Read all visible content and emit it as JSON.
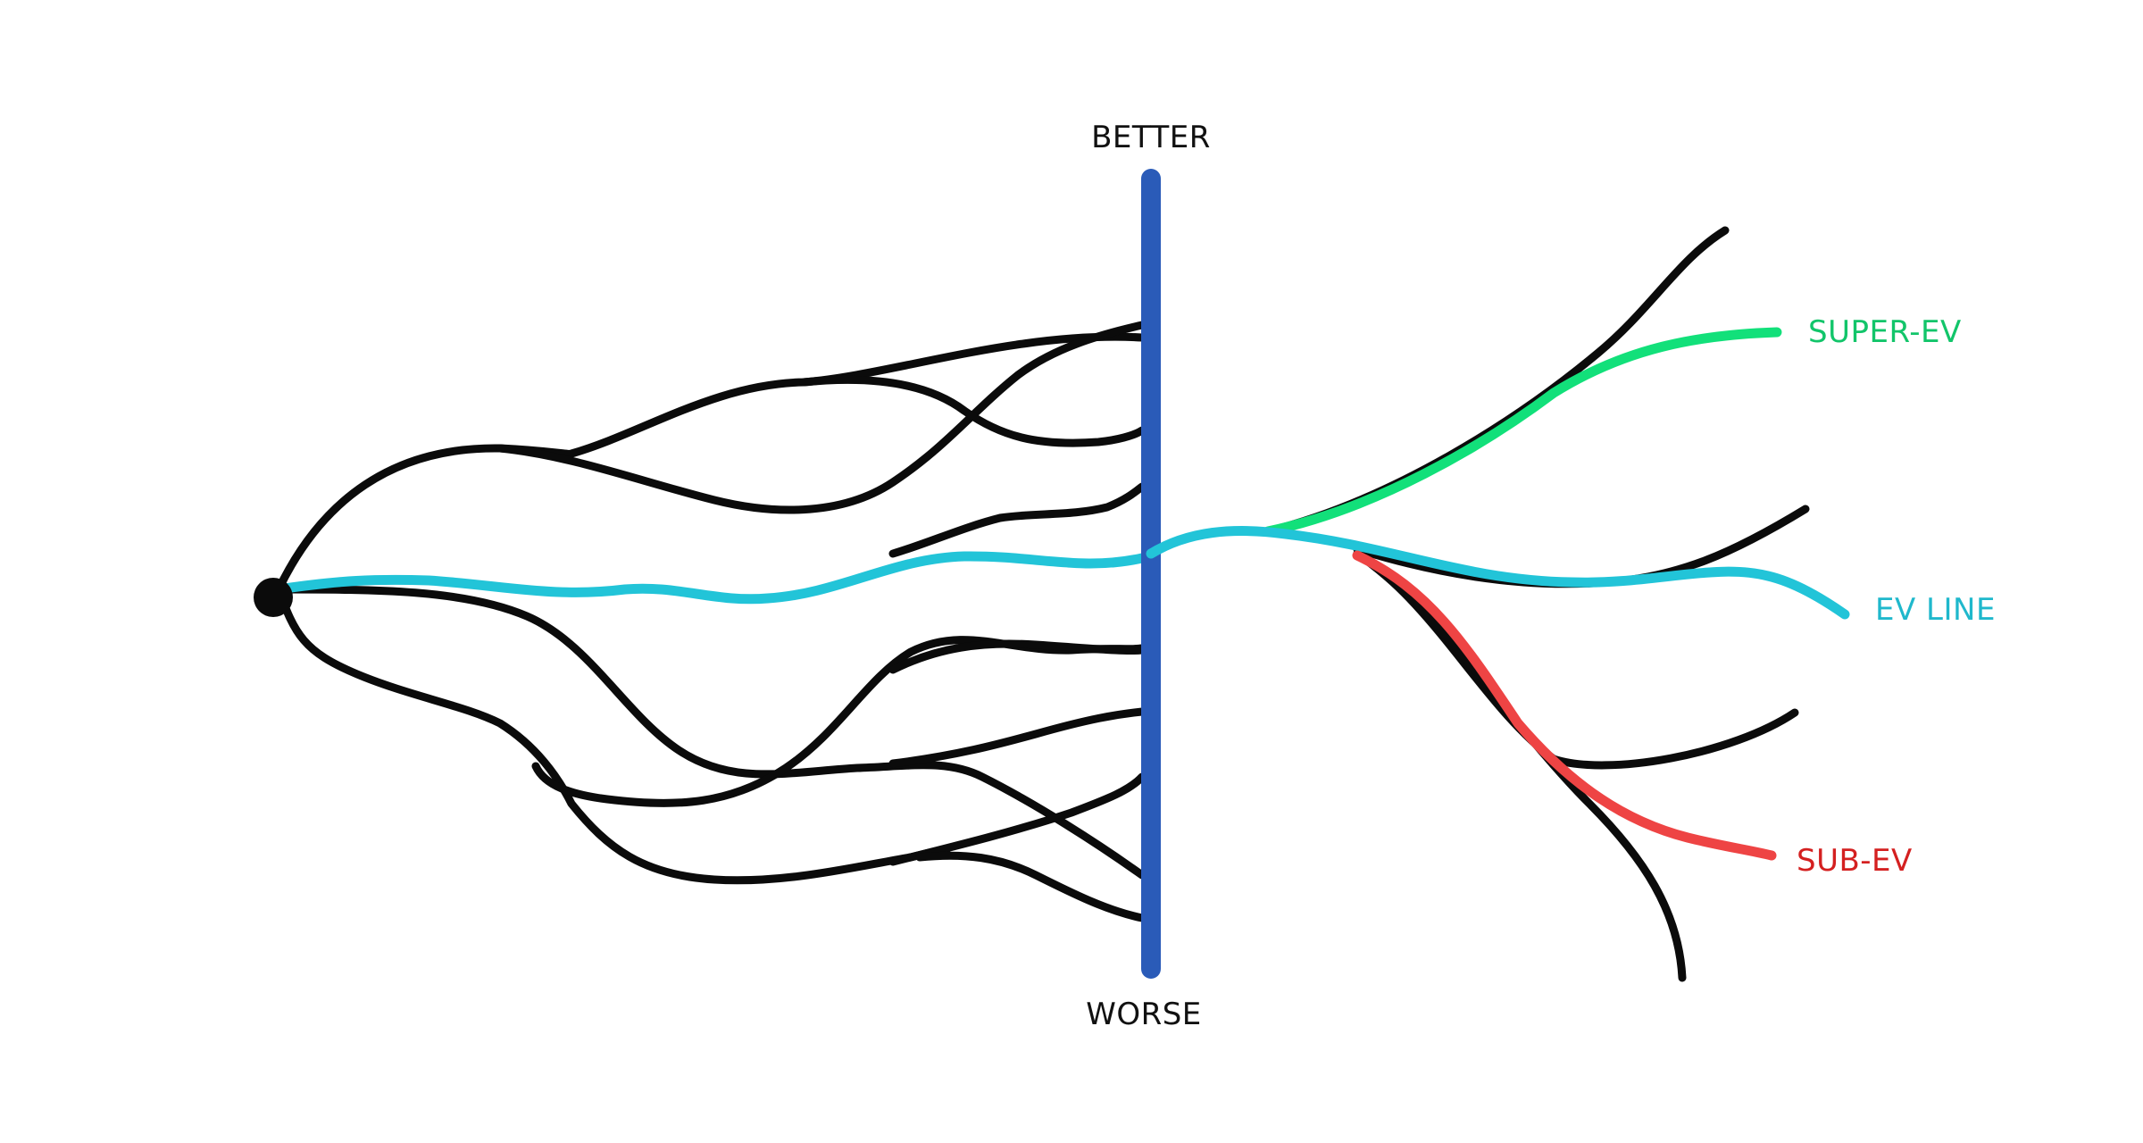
{
  "labels": {
    "top": "BETTER",
    "bottom": "WORSE",
    "super_ev": "SUPER-EV",
    "ev_line": "EV LINE",
    "sub_ev": "SUB-EV"
  },
  "colors": {
    "divider": "#2a5bb8",
    "ev_line": "#22c4d8",
    "super_ev": "#12e07a",
    "sub_ev": "#ee4444",
    "sub_ev_text": "#d42020",
    "super_ev_text": "#12c56a",
    "ev_line_text": "#1fb8cc",
    "paths": "#0b0b0b"
  }
}
